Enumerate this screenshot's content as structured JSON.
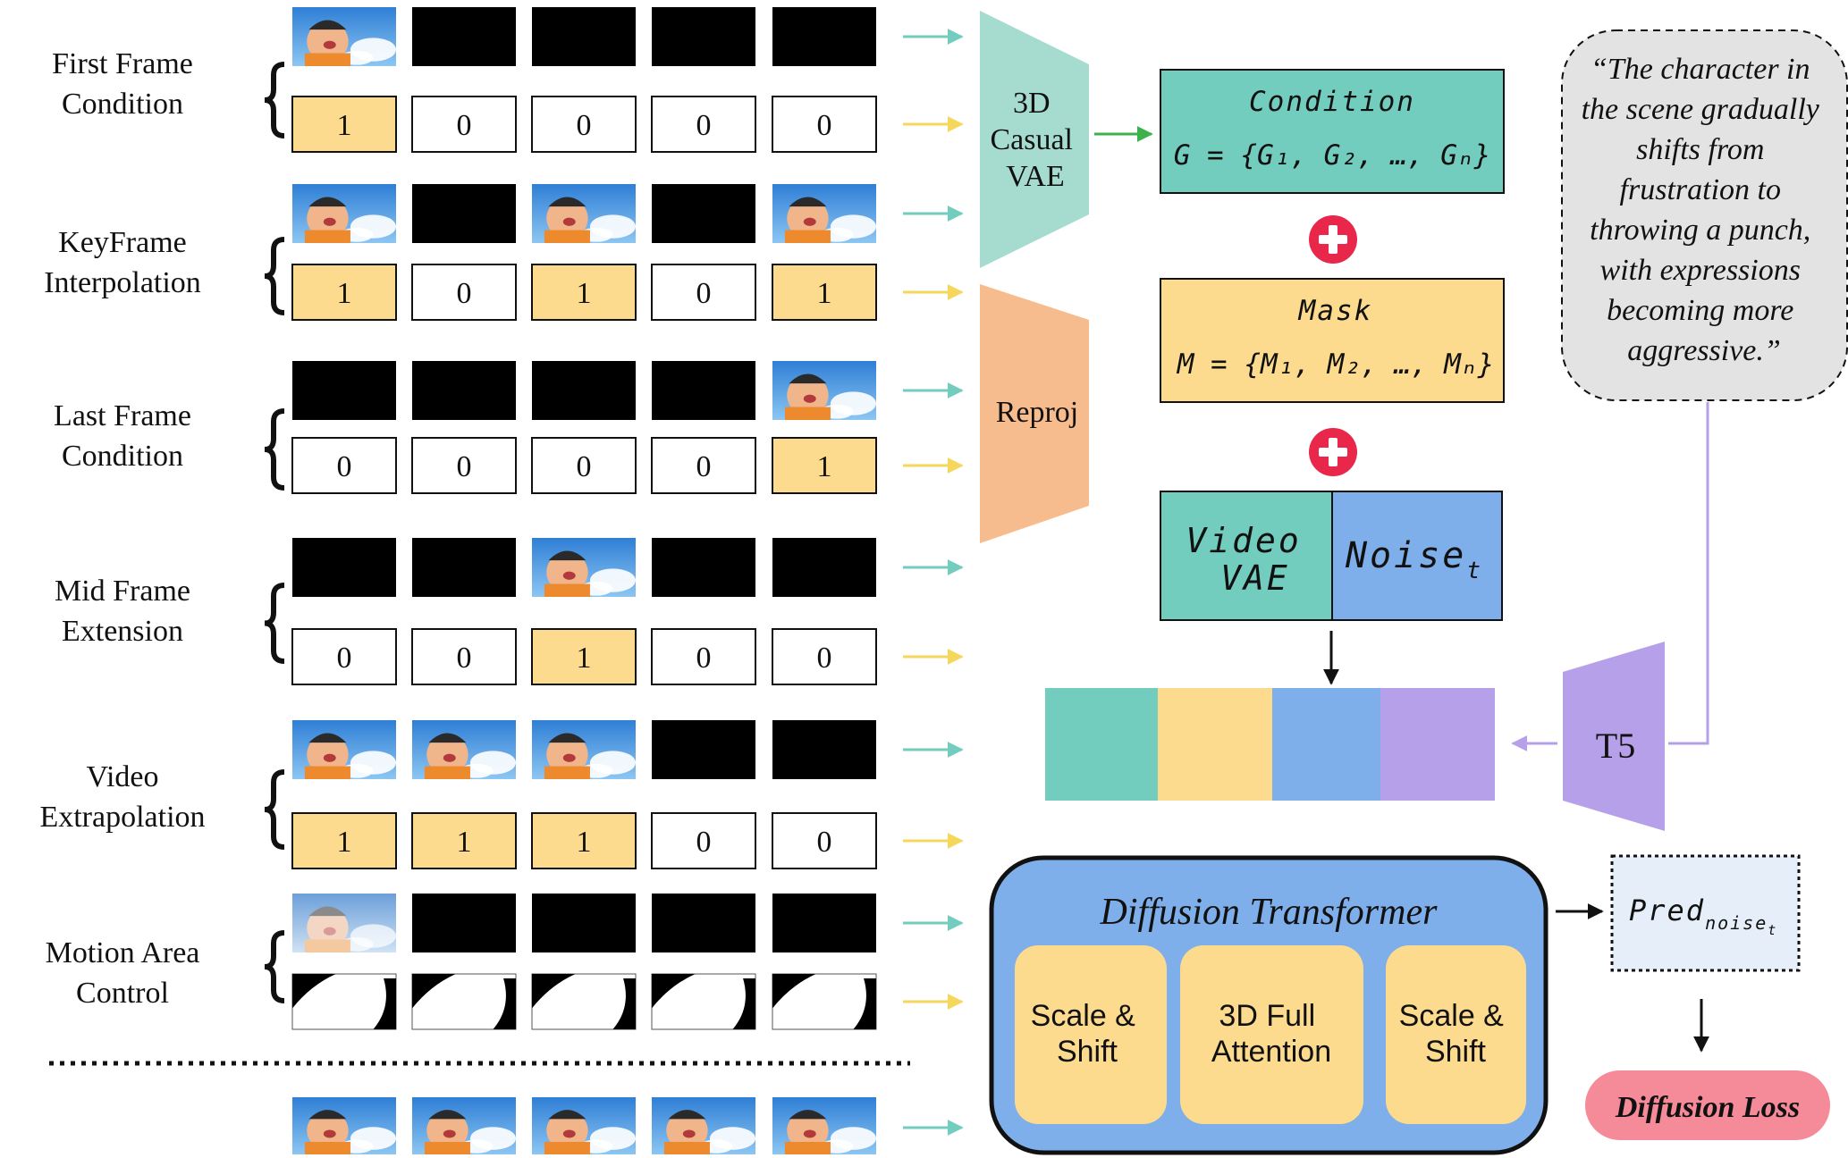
{
  "colors": {
    "yellow": "#FDDB8E",
    "teal": "#72CDBE",
    "teal_light": "#A6DCCF",
    "orange": "#F7BC8E",
    "blue": "#7FAFEA",
    "purple": "#B6A0EA",
    "red": "#E8274B",
    "gray": "#E3E3E3",
    "loss_pink": "#F58A98",
    "pred_fill": "#E6EEF9"
  },
  "tasks": [
    {
      "label": [
        "First Frame",
        "Condition"
      ],
      "frames": [
        "img",
        "black",
        "black",
        "black",
        "black"
      ],
      "mask_type": "digits",
      "mask": [
        1,
        0,
        0,
        0,
        0
      ]
    },
    {
      "label": [
        "KeyFrame",
        "Interpolation"
      ],
      "frames": [
        "img",
        "black",
        "img",
        "black",
        "img"
      ],
      "mask_type": "digits",
      "mask": [
        1,
        0,
        1,
        0,
        1
      ]
    },
    {
      "label": [
        "Last Frame",
        "Condition"
      ],
      "frames": [
        "black",
        "black",
        "black",
        "black",
        "img"
      ],
      "mask_type": "digits",
      "mask": [
        0,
        0,
        0,
        0,
        1
      ]
    },
    {
      "label": [
        "Mid Frame",
        "Extension"
      ],
      "frames": [
        "black",
        "black",
        "img",
        "black",
        "black"
      ],
      "mask_type": "digits",
      "mask": [
        0,
        0,
        1,
        0,
        0
      ]
    },
    {
      "label": [
        "Video",
        "Extrapolation"
      ],
      "frames": [
        "img",
        "img",
        "img",
        "black",
        "black"
      ],
      "mask_type": "digits",
      "mask": [
        1,
        1,
        1,
        0,
        0
      ]
    },
    {
      "label": [
        "Motion Area",
        "Control"
      ],
      "frames": [
        "img-faded",
        "black",
        "black",
        "black",
        "black"
      ],
      "mask_type": "shape",
      "mask": []
    }
  ],
  "bottom_frames": [
    "img",
    "img",
    "img",
    "img",
    "img"
  ],
  "vae": {
    "lines": [
      "3D",
      "Casual",
      "VAE"
    ]
  },
  "reproj": {
    "label": "Reproj"
  },
  "condition": {
    "title": "Condition",
    "formula": "G = {G₁, G₂, …, Gₙ}"
  },
  "mask_box": {
    "title": "Mask",
    "formula": "M = {M₁, M₂, …, Mₙ}"
  },
  "video_vae": {
    "lines": [
      "Video",
      "VAE"
    ]
  },
  "noise": {
    "label": "Noise",
    "sub": "t"
  },
  "t5": {
    "label": "T5"
  },
  "prompt": {
    "lines": [
      "“The character in",
      "the scene gradually",
      "shifts from",
      "frustration to",
      "throwing a punch,",
      "with expressions",
      "becoming more",
      "aggressive.”"
    ]
  },
  "dit": {
    "title": "Diffusion Transformer",
    "blocks": [
      {
        "lines": [
          "Scale &",
          "Shift"
        ]
      },
      {
        "lines": [
          "3D Full",
          "Attention"
        ]
      },
      {
        "lines": [
          "Scale &",
          "Shift"
        ]
      }
    ]
  },
  "pred": {
    "label": "Pred",
    "sub": "noise",
    "subsub": "t"
  },
  "loss": {
    "label": "Diffusion Loss"
  }
}
